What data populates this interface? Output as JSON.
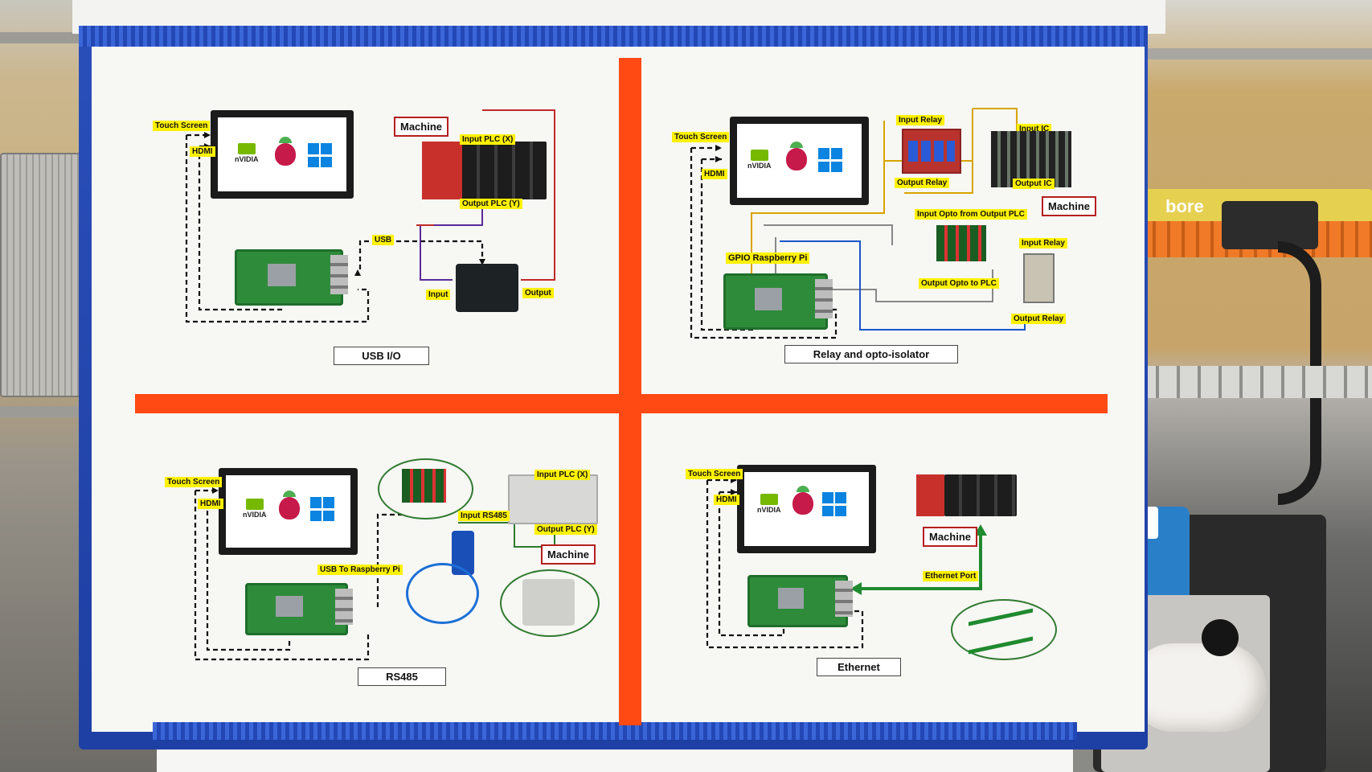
{
  "panels": {
    "usb": {
      "caption": "USB I/O",
      "touch_screen": "Touch Screen",
      "hdmi": "HDMI",
      "machine": "Machine",
      "input_plc": "Input PLC (X)",
      "output_plc": "Output PLC (Y)",
      "usb": "USB",
      "input": "Input",
      "output": "Output"
    },
    "relay": {
      "caption": "Relay and opto-isolator",
      "touch_screen": "Touch Screen",
      "hdmi": "HDMI",
      "input_relay_top": "Input Relay",
      "output_relay_top": "Output Relay",
      "input_ic": "Input IC",
      "output_ic": "Output IC",
      "input_opto": "Input Opto from Output PLC",
      "machine": "Machine",
      "gpio": "GPIO Raspberry Pi",
      "input_relay": "Input Relay",
      "output_opto": "Output Opto to PLC",
      "output_relay": "Output Relay"
    },
    "rs485": {
      "caption": "RS485",
      "touch_screen": "Touch Screen",
      "hdmi": "HDMI",
      "input_plc": "Input PLC (X)",
      "input_rs485": "Input RS485",
      "output_plc": "Output PLC (Y)",
      "machine": "Machine",
      "usb_to_pi": "USB To Raspberry Pi"
    },
    "ethernet": {
      "caption": "Ethernet",
      "touch_screen": "Touch Screen",
      "hdmi": "HDMI",
      "machine": "Machine",
      "ethernet_port": "Ethernet Port"
    }
  },
  "logos": {
    "nvidia": "nVIDIA"
  },
  "scene": {
    "brand": "bore"
  },
  "colors": {
    "divider": "#ff4a14",
    "frame": "#2348b5",
    "label": "#fff200",
    "machine_border": "#b51e1e",
    "ethernet_arrow": "#1f8a2e"
  }
}
